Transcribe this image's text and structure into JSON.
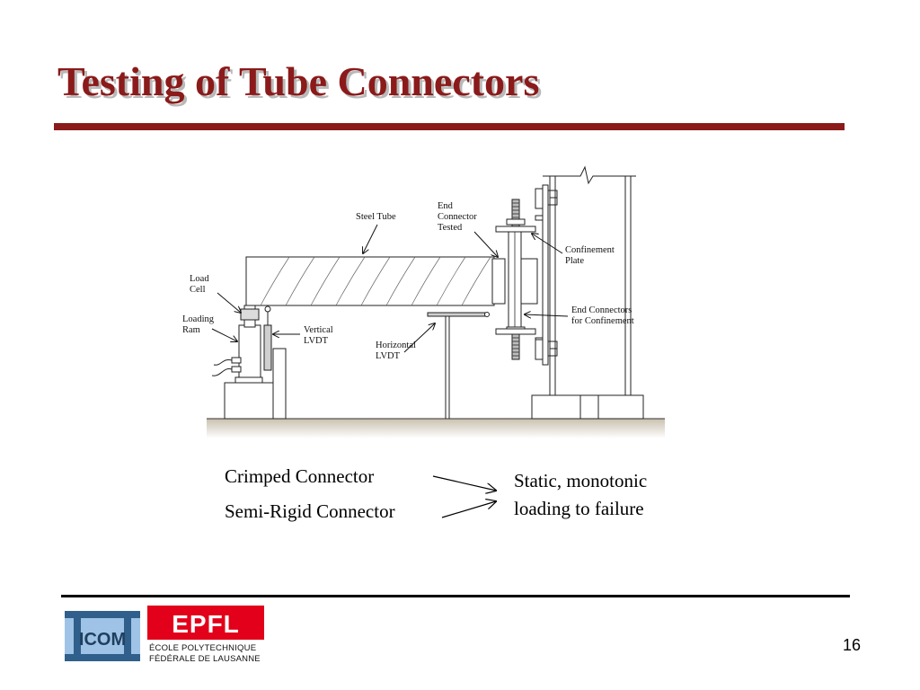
{
  "slide": {
    "title": "Testing of Tube Connectors",
    "page_number": "16"
  },
  "diagram": {
    "labels": {
      "steel_tube": "Steel Tube",
      "end_connector_tested": [
        "End",
        "Connector",
        "Tested"
      ],
      "load_cell": [
        "Load",
        "Cell"
      ],
      "loading_ram": [
        "Loading",
        "Ram"
      ],
      "vertical_lvdt": [
        "Vertical",
        "LVDT"
      ],
      "horizontal_lvdt": [
        "Horizontal",
        "LVDT"
      ],
      "confinement_plate": [
        "Confinement",
        "Plate"
      ],
      "end_connectors_confinement": [
        "End Connectors",
        "for Confinement"
      ]
    }
  },
  "captions": {
    "crimped_connector": "Crimped Connector",
    "semi_rigid_connector": "Semi-Rigid Connector",
    "result_line1": "Static, monotonic",
    "result_line2": "loading to failure"
  },
  "footer": {
    "icom_text": "ICOM",
    "epfl_text": "EPFL",
    "epfl_line1": "ÉCOLE POLYTECHNIQUE",
    "epfl_line2": "FÉDÉRALE DE LAUSANNE"
  },
  "colors": {
    "title": "#8b1a1a",
    "rule": "#8b1a1a",
    "epfl_red": "#e2001a",
    "icom_blue": "#9ec3e6"
  }
}
